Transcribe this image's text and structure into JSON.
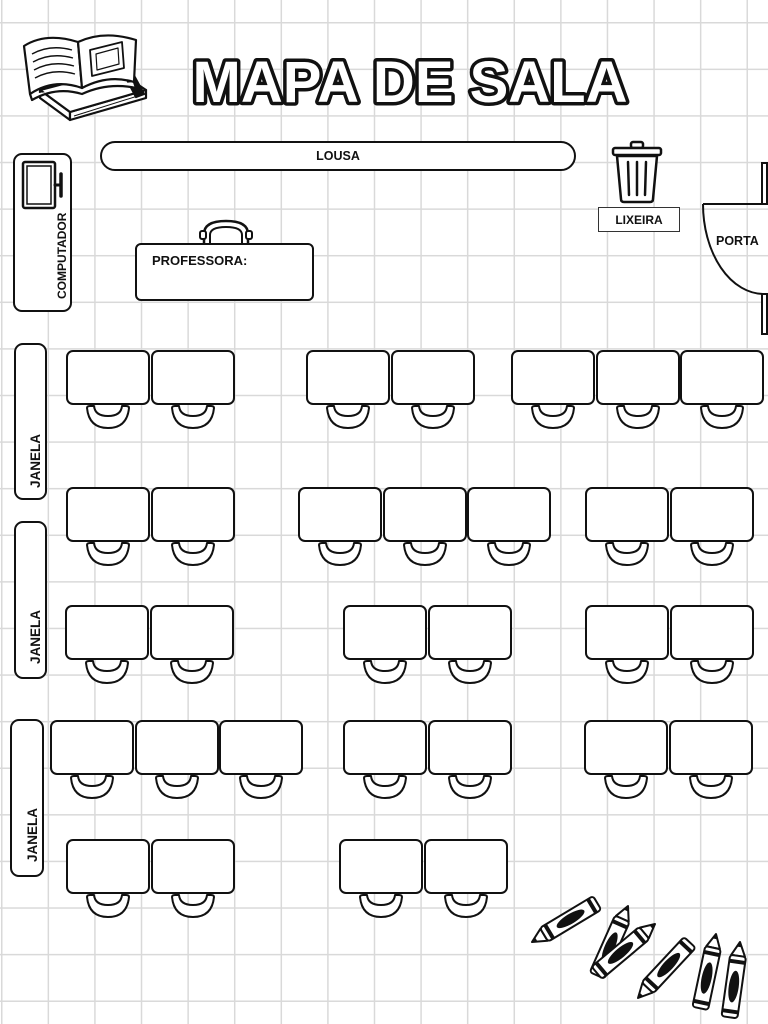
{
  "title": "MAPA DE SALA",
  "board": {
    "label": "LOUSA"
  },
  "trash": {
    "label": "LIXEIRA",
    "icon": "trash-icon"
  },
  "door": {
    "label": "PORTA"
  },
  "computer": {
    "label": "COMPUTADOR",
    "icon": "monitor-icon"
  },
  "teacher_desk": {
    "label": "PROFESSORA:",
    "chair_icon": "chair-icon"
  },
  "windows": [
    {
      "label": "JANELA"
    },
    {
      "label": "JANELA"
    },
    {
      "label": "JANELA"
    }
  ],
  "student_desk": {
    "chair_icon": "chair-icon"
  },
  "decorations": {
    "top_left": "book-icon",
    "bottom_right": "crayons-icon"
  },
  "colors": {
    "ink": "#111111",
    "paper": "#ffffff",
    "grid": "#d9d9d9"
  }
}
